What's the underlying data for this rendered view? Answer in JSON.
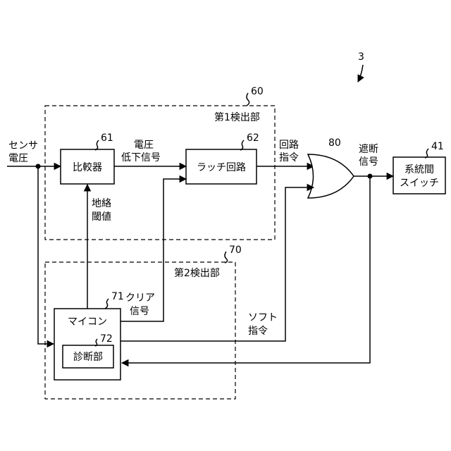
{
  "figure_number": "3",
  "sensor_voltage": [
    "センサ",
    "電圧"
  ],
  "detector1": {
    "ref": "60",
    "title": "第1検出部"
  },
  "detector2": {
    "ref": "70",
    "title": "第2検出部"
  },
  "comparator": {
    "ref": "61",
    "label": "比較器"
  },
  "latch": {
    "ref": "62",
    "label": "ラッチ回路"
  },
  "or_gate": {
    "ref": "80"
  },
  "switch": {
    "ref": "41",
    "label": [
      "系統間",
      "スイッチ"
    ]
  },
  "mcu": {
    "ref": "71",
    "label": "マイコン"
  },
  "diag": {
    "ref": "72",
    "label": "診断部"
  },
  "signals": {
    "voltage_drop": [
      "電圧",
      "低下信号"
    ],
    "circuit_cmd": [
      "回路",
      "指令"
    ],
    "cutoff": [
      "遮断",
      "信号"
    ],
    "ground_threshold": [
      "地絡",
      "閾値"
    ],
    "clear": [
      "クリア",
      "信号"
    ],
    "soft_cmd": [
      "ソフト",
      "指令"
    ]
  }
}
